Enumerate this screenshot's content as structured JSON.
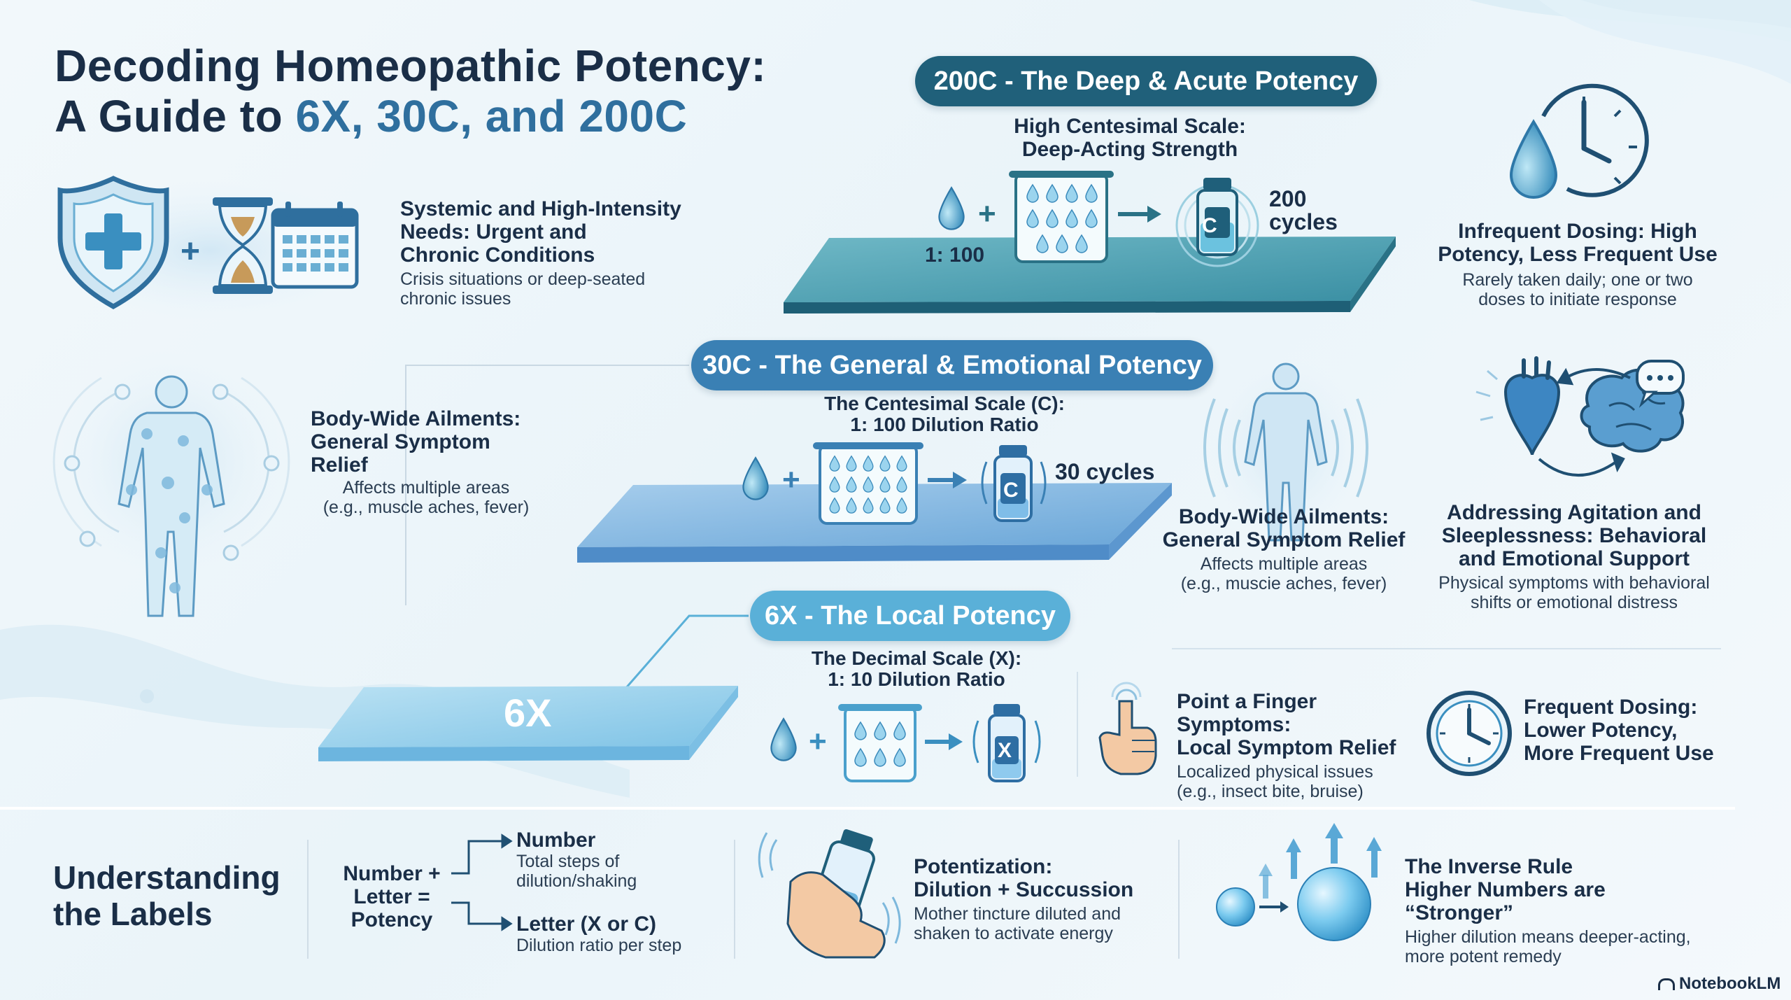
{
  "title": {
    "line1": "Decoding Homeopathic Potency:",
    "line2_prefix": "A Guide to ",
    "line2_accent": "6X, 30C, and 200C"
  },
  "p200": {
    "pill": "200C - The Deep & Acute Potency",
    "scale_line1": "High Centesimal Scale:",
    "scale_line2": "Deep-Acting Strength",
    "ratio": "1: 100",
    "vial_letter": "C",
    "cycles_num": "200",
    "cycles_word": "cycles",
    "left_h1": "Systemic and High-Intensity",
    "left_h2": "Needs: Urgent and",
    "left_h3": "Chronic Conditions",
    "left_p1": "Crisis situations or deep-seated",
    "left_p2": "chronic issues",
    "right_h1": "Infrequent Dosing: High",
    "right_h2": "Potency, Less Frequent Use",
    "right_p1": "Rarely taken daily; one or two",
    "right_p2": "doses to initiate response"
  },
  "p30": {
    "pill": "30C - The General & Emotional Potency",
    "scale_line1": "The Centesimal Scale (C):",
    "scale_line2": "1: 100 Dilution Ratio",
    "vial_letter": "C",
    "cycles": "30 cycles",
    "left_h1": "Body-Wide Ailments:",
    "left_h2": "General Symptom",
    "left_h3": "Relief",
    "left_p1": "Affects multiple areas",
    "left_p2": "(e.g., muscle aches, fever)",
    "mid_h1": "Body-Wide Ailments:",
    "mid_h2": "General Symptom Relief",
    "mid_p1": "Affects multiple areas",
    "mid_p2": "(e.g., muscie aches, fever)",
    "right_h1": "Addressing Agitation and",
    "right_h2": "Sleeplessness: Behavioral",
    "right_h3": "and Emotional Support",
    "right_p1": "Physical symptoms with behavioral",
    "right_p2": "shifts or emotional distress"
  },
  "p6x": {
    "pill": "6X - The Local Potency",
    "platform_label": "6X",
    "scale_line1": "The Decimal Scale (X):",
    "scale_line2": "1: 10 Dilution Ratio",
    "vial_letter": "X",
    "finger_h1": "Point a Finger Symptoms:",
    "finger_h2": "Local Symptom Relief",
    "finger_p1": "Localized physical issues",
    "finger_p2": "(e.g., insect bite, bruise)",
    "dose_h1": "Frequent Dosing:",
    "dose_h2": "Lower Potency,",
    "dose_h3": "More Frequent Use"
  },
  "labels": {
    "heading1": "Understanding",
    "heading2": "the Labels",
    "formula1": "Number +",
    "formula2": "Letter =",
    "formula3": "Potency",
    "number_h": "Number",
    "number_p1": "Total steps of",
    "number_p2": "dilution/shaking",
    "letter_h": "Letter (X or C)",
    "letter_p": "Dilution ratio per step",
    "pot_h1": "Potentization:",
    "pot_h2": "Dilution + Succussion",
    "pot_p1": "Mother tincture diluted and",
    "pot_p2": "shaken to activate energy",
    "inv_h1": "The Inverse Rule",
    "inv_h2": "Higher Numbers are “Stronger”",
    "inv_p1": "Higher dilution means deeper-acting,",
    "inv_p2": "more potent remedy"
  },
  "brand": "NotebookLM",
  "colors": {
    "dark_teal": "#20607a",
    "mid_blue": "#3a80b4",
    "light_blue": "#5ab0d8",
    "title": "#1a2e47",
    "accent": "#2f6f9e"
  },
  "icons": [
    "shield-plus-icon",
    "hourglass-icon",
    "calendar-icon",
    "human-body-icon",
    "water-drop-icon",
    "beaker-icon",
    "arrow-right-icon",
    "vial-icon",
    "clock-icon",
    "heart-icon",
    "brain-icon",
    "speech-bubble-icon",
    "pointing-finger-icon",
    "hand-shaking-vial-icon",
    "sphere-icon",
    "arrow-up-icon"
  ]
}
